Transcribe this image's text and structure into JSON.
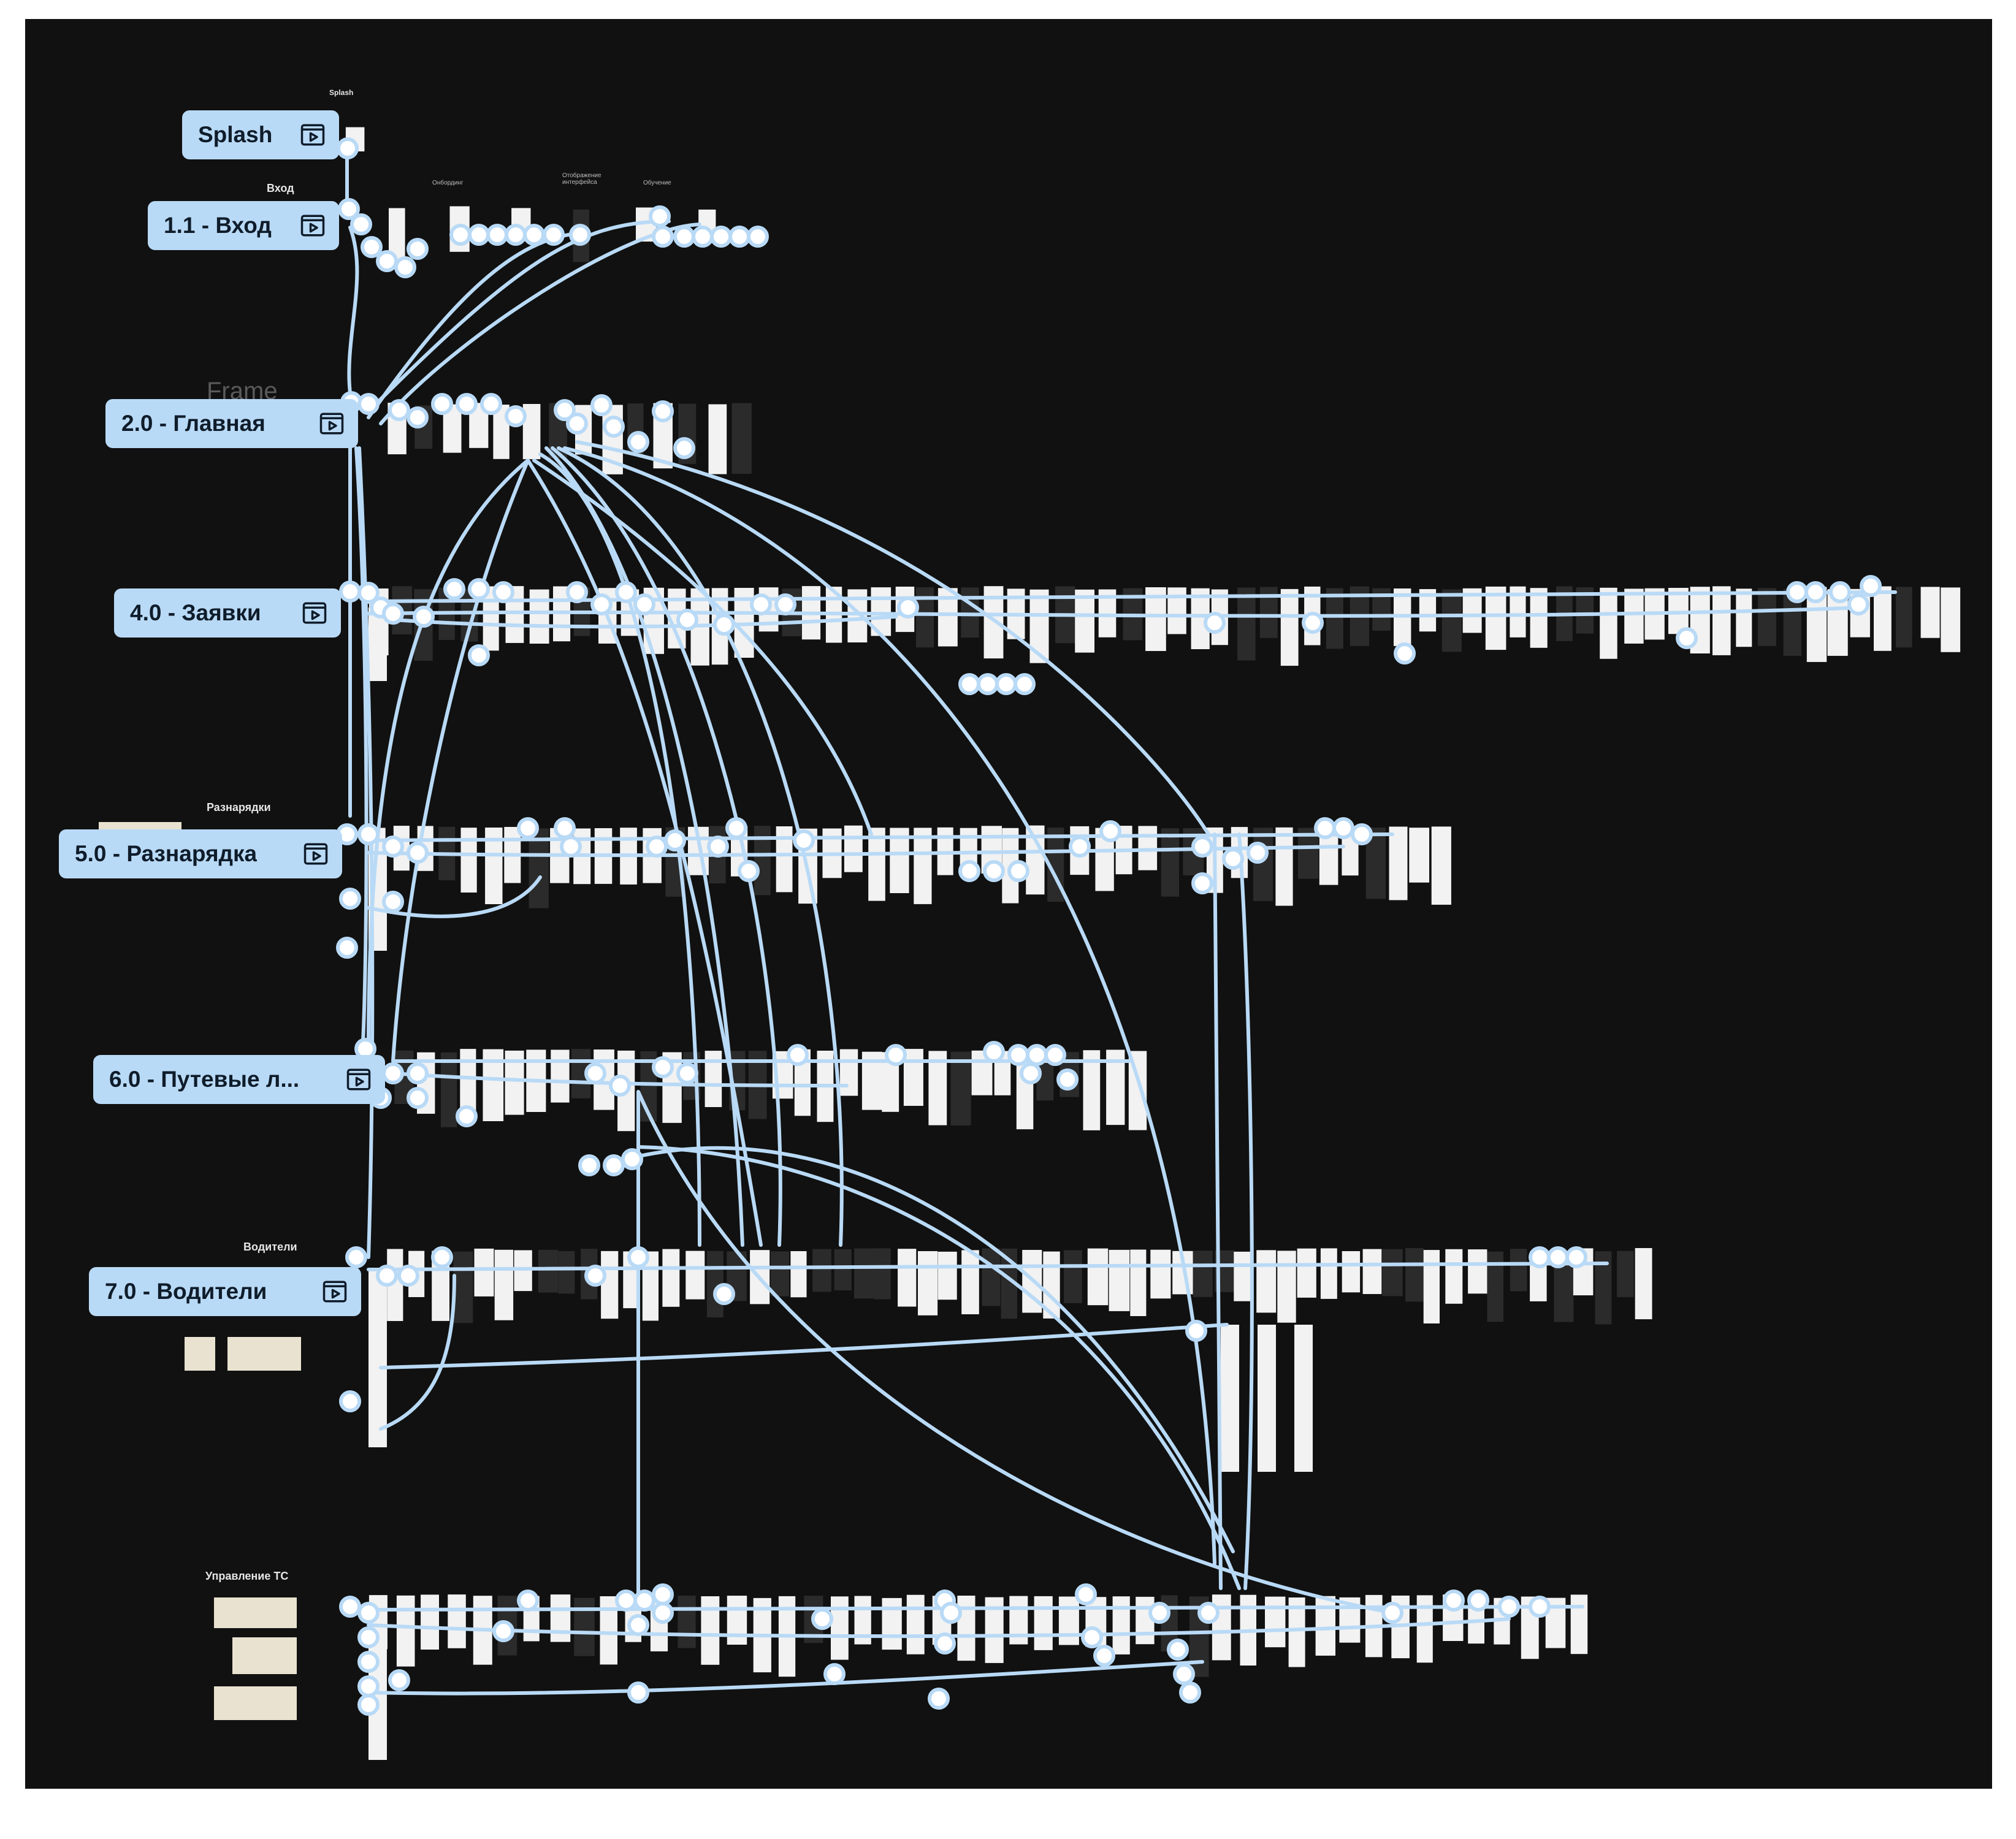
{
  "canvas": {
    "background": "#111111",
    "page_background": "#ffffff"
  },
  "colors": {
    "connector": "#b9daf6",
    "node_fill": "#ffffff",
    "flow_tag_text": "#0f1c2a"
  },
  "flow_tags": [
    {
      "id": "splash",
      "label": "Splash",
      "icon": "play-frame-icon"
    },
    {
      "id": "login",
      "label": "1.1 - Вход",
      "icon": "play-frame-icon"
    },
    {
      "id": "main",
      "label": "2.0 - Главная",
      "icon": "play-frame-icon"
    },
    {
      "id": "requests",
      "label": "4.0 - Заявки",
      "icon": "play-frame-icon"
    },
    {
      "id": "assignments",
      "label": "5.0 - Разнарядка",
      "icon": "play-frame-icon"
    },
    {
      "id": "waybills",
      "label": "6.0 - Путевые л...",
      "icon": "play-frame-icon"
    },
    {
      "id": "drivers",
      "label": "7.0 - Водители",
      "icon": "play-frame-icon"
    }
  ],
  "section_titles": {
    "splash": "Splash",
    "login": "Вход",
    "main_frame": "Frame",
    "assignments": "Разнарядки",
    "drivers": "Водители",
    "vehicles": "Управление ТС"
  },
  "frame_titles": {
    "onboarding": "Онбординг",
    "interface_display": "Отображение интерфейса",
    "training": "Обучение"
  }
}
